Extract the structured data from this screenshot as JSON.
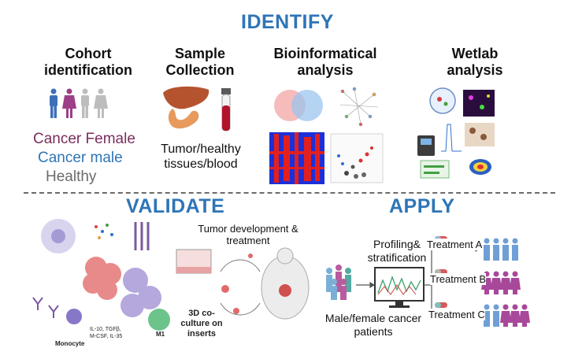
{
  "identify": {
    "title": "IDENTIFY",
    "cohort": {
      "title_line1": "Cohort",
      "title_line2": "identification",
      "legend": [
        "Cancer Female",
        "Cancer male",
        "Healthy"
      ],
      "legend_colors": [
        "#7b2d5c",
        "#2e75b6",
        "#6b6b6b"
      ]
    },
    "sample": {
      "title_line1": "Sample",
      "title_line2": "Collection",
      "caption_line1": "Tumor/healthy",
      "caption_line2": "tissues/blood"
    },
    "bioinfo": {
      "title_line1": "Bioinformatical",
      "title_line2": "analysis"
    },
    "wetlab": {
      "title_line1": "Wetlab",
      "title_line2": "analysis"
    }
  },
  "validate": {
    "title": "VALIDATE",
    "tumor_line1": "Tumor development &",
    "tumor_line2": "treatment",
    "coculture_line1": "3D co-",
    "coculture_line2": "culture on",
    "coculture_line3": "inserts",
    "monocyte": "Monocyte",
    "cytokines1": "IL-10, TGFβ,",
    "cytokines2": "M-CSF, IL-35",
    "m1": "M1"
  },
  "apply": {
    "title": "APPLY",
    "profiling_line1": "Profiling&",
    "profiling_line2": "stratification",
    "patients_line1": "Male/female cancer",
    "patients_line2": "patients",
    "treatments": [
      "Treatment A",
      "Treatment B",
      "Treatment C"
    ]
  },
  "colors": {
    "accent_blue": "#2e75b6",
    "female": "#8e3a7a",
    "male": "#5b8fd1",
    "healthy": "#b5b5b5"
  }
}
